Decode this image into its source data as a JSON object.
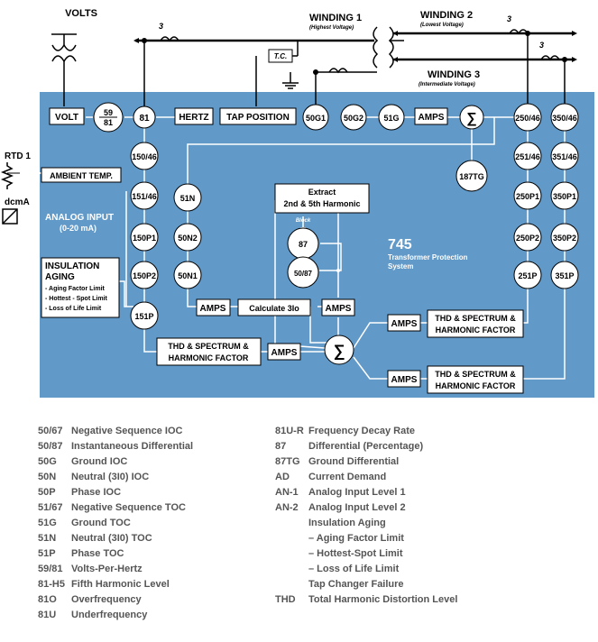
{
  "diagram": {
    "volts_label": "VOLTS",
    "winding1": {
      "title": "WINDING 1",
      "sub": "(Highest Voltage)"
    },
    "winding2": {
      "title": "WINDING 2",
      "sub": "(Lowest Voltage)"
    },
    "winding3": {
      "title": "WINDING 3",
      "sub": "(Intermediate Voltage)"
    },
    "ct_label": "3",
    "tc_label": "T.C.",
    "rtd_label": "RTD 1",
    "dcma_label": "dcmA",
    "volt_box": "VOLT",
    "ratio_num": "59",
    "ratio_den": "81",
    "c81": "81",
    "hertz_box": "HERTZ",
    "tap_box": "TAP POSITION",
    "c50g1": "50G1",
    "c50g2": "50G2",
    "c51g": "51G",
    "amps": "AMPS",
    "sigma": "∑",
    "c187tg": "187TG",
    "c150_46": "150/46",
    "c151_46": "151/46",
    "c150p1": "150P1",
    "c150p2": "150P2",
    "c151p": "151P",
    "c51n": "51N",
    "c50n2": "50N2",
    "c50n1": "50N1",
    "ambient": "AMBIENT TEMP.",
    "analog_title": "ANALOG INPUT",
    "analog_sub": "(0-20 mA)",
    "insulation_title": "INSULATION",
    "insulation_title2": "AGING",
    "insulation_items": [
      "- Aging Factor Limit",
      "- Hottest - Spot Limit",
      "- Loss of Life Limit"
    ],
    "extract_line1": "Extract",
    "extract_line2": "2nd & 5th Harmonic",
    "block": "Block",
    "c87": "87",
    "c50_87": "50/87",
    "model_num": "745",
    "model_line1": "Transformer Protection",
    "model_line2": "System",
    "calc_box": "Calculate 3Io",
    "thd_line1": "THD & SPECTRUM &",
    "thd_line2": "HARMONIC FACTOR",
    "c250_46": "250/46",
    "c251_46": "251/46",
    "c250p1": "250P1",
    "c250p2": "250P2",
    "c251p": "251P",
    "c350_46": "350/46",
    "c351_46": "351/46",
    "c350p1": "350P1",
    "c350p2": "350P2",
    "c351p": "351P"
  },
  "legend_left": [
    {
      "code": "50/67",
      "desc": "Negative Sequence IOC"
    },
    {
      "code": "50/87",
      "desc": "Instantaneous Differential"
    },
    {
      "code": "50G",
      "desc": "Ground IOC"
    },
    {
      "code": "50N",
      "desc": "Neutral (3I0) IOC"
    },
    {
      "code": "50P",
      "desc": "Phase IOC"
    },
    {
      "code": "51/67",
      "desc": "Negative Sequence TOC"
    },
    {
      "code": "51G",
      "desc": "Ground TOC"
    },
    {
      "code": "51N",
      "desc": "Neutral (3I0) TOC"
    },
    {
      "code": "51P",
      "desc": "Phase TOC"
    },
    {
      "code": "59/81",
      "desc": "Volts-Per-Hertz"
    },
    {
      "code": "81-H5",
      "desc": "Fifth Harmonic Level"
    },
    {
      "code": "81O",
      "desc": "Overfrequency"
    },
    {
      "code": "81U",
      "desc": "Underfrequency"
    }
  ],
  "legend_right": [
    {
      "code": "81U-R",
      "desc": "Frequency Decay Rate"
    },
    {
      "code": "87",
      "desc": "Differential (Percentage)"
    },
    {
      "code": "87TG",
      "desc": "Ground Differential"
    },
    {
      "code": "AD",
      "desc": "Current Demand"
    },
    {
      "code": "AN-1",
      "desc": "Analog Input Level 1"
    },
    {
      "code": "AN-2",
      "desc": "Analog Input Level 2"
    },
    {
      "code": "",
      "desc": "Insulation Aging"
    },
    {
      "code": "",
      "desc": "– Aging Factor Limit"
    },
    {
      "code": "",
      "desc": "– Hottest-Spot Limit"
    },
    {
      "code": "",
      "desc": "– Loss of Life Limit"
    },
    {
      "code": "",
      "desc": "Tap Changer Failure"
    },
    {
      "code": "THD",
      "desc": "Total Harmonic Distortion Level"
    }
  ],
  "colors": {
    "panel": "#6199c8",
    "box": "#ffffff",
    "line": "#ffffff",
    "text": "#000000",
    "legend_text": "#555555"
  }
}
